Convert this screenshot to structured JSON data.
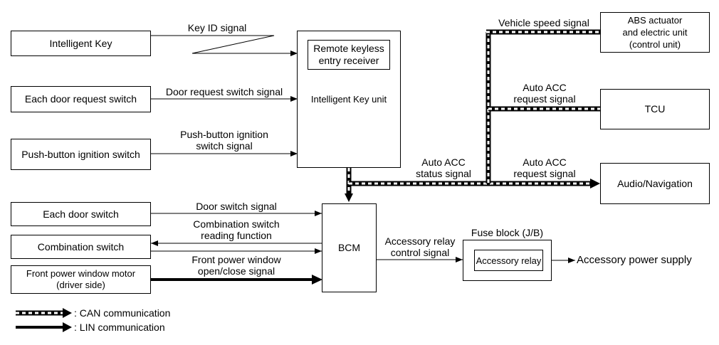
{
  "boxes": {
    "intelligent_key": "Intelligent Key",
    "door_request_switch": "Each door request switch",
    "push_button_switch": "Push-button ignition switch",
    "remote_keyless_receiver": "Remote keyless\nentry receiver",
    "intelligent_key_unit": "Intelligent Key unit",
    "abs": "ABS actuator\nand electric unit\n(control unit)",
    "tcu": "TCU",
    "audio_navigation": "Audio/Navigation",
    "each_door_switch": "Each door switch",
    "combination_switch": "Combination switch",
    "front_power_window_motor": "Front power window motor\n(driver side)",
    "bcm": "BCM",
    "fuse_block_label": "Fuse block (J/B)",
    "accessory_relay": "Accessory relay"
  },
  "signals": {
    "key_id": "Key ID signal",
    "door_request": "Door request switch signal",
    "push_button": "Push-button ignition\nswitch signal",
    "vehicle_speed": "Vehicle speed signal",
    "auto_acc_request_tcu": "Auto ACC\nrequest signal",
    "auto_acc_status": "Auto ACC\nstatus signal",
    "auto_acc_request_audio": "Auto ACC\nrequest signal",
    "door_switch": "Door switch signal",
    "combination_reading": "Combination switch\nreading function",
    "front_power_window": "Front power window\nopen/close signal",
    "accessory_relay_control": "Accessory relay\ncontrol signal",
    "accessory_power_supply": "Accessory power supply"
  },
  "legend": {
    "can": ": CAN communication",
    "lin": ": LIN communication"
  }
}
